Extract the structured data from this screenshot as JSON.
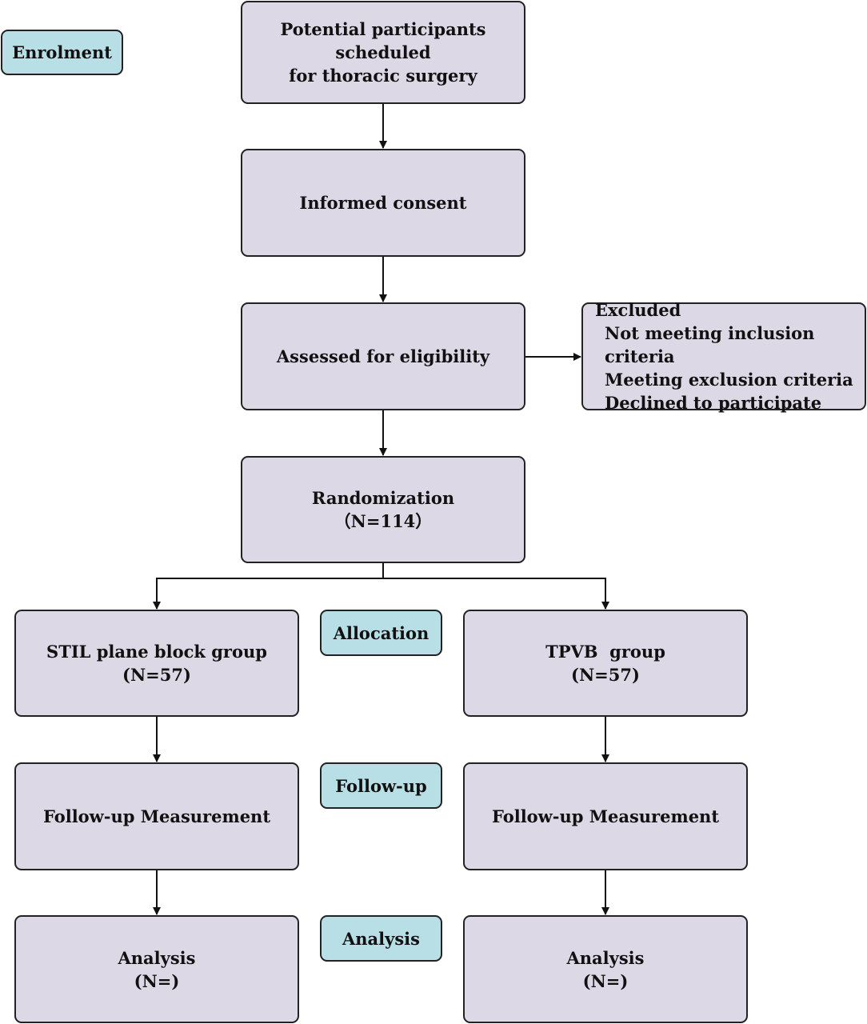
{
  "stages": {
    "enrolment": "Enrolment",
    "allocation": "Allocation",
    "follow_up": "Follow-up",
    "analysis": "Analysis"
  },
  "boxes": {
    "potential_line1": "Potential participants scheduled",
    "potential_line2": "for thoracic surgery",
    "consent": "Informed consent",
    "eligibility": "Assessed for eligibility",
    "excluded_title": "Excluded",
    "excluded_items": [
      "Not meeting inclusion criteria",
      "Meeting exclusion criteria",
      "Declined to participate"
    ],
    "randomization": "Randomization",
    "randomization_n": "（N=114）",
    "left_group": "STIL plane block group",
    "left_group_n": "(N=57)",
    "right_group": "TPVB  group",
    "right_group_n": "(N=57)",
    "left_follow": "Follow-up Measurement",
    "right_follow": "Follow-up Measurement",
    "left_analysis": "Analysis",
    "left_analysis_n": "(N=)",
    "right_analysis": "Analysis",
    "right_analysis_n": "(N=)"
  }
}
